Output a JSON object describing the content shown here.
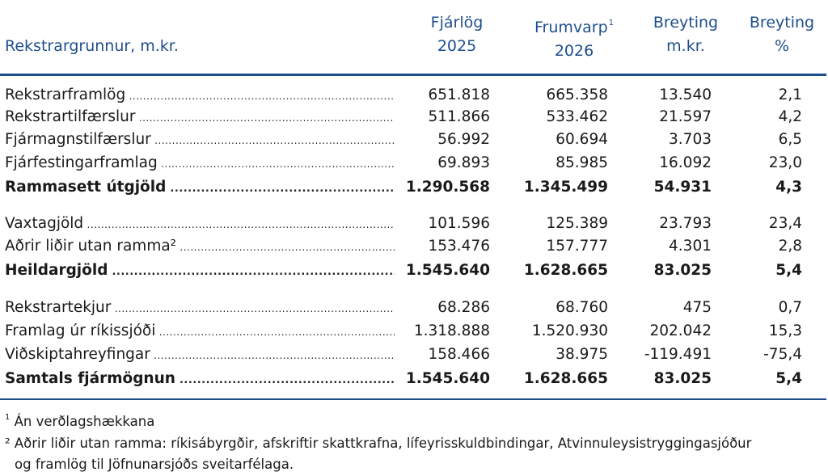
{
  "header": {
    "row_label": "Rekstrargrunnur, m.kr.",
    "col1": {
      "line1": "Fjárlög",
      "line2": "2025"
    },
    "col2": {
      "line1": "Frumvarp",
      "sup": "1",
      "line2": "2026"
    },
    "col3": {
      "line1": "Breyting",
      "line2": "m.kr."
    },
    "col4": {
      "line1": "Breyting",
      "line2": "%"
    }
  },
  "rows": [
    {
      "label": "Rekstrarframlög",
      "v1": "651.818",
      "v2": "665.358",
      "v3": "13.540",
      "v4": "2,1",
      "bold": false
    },
    {
      "label": "Rekstrartilfærslur",
      "v1": "511.866",
      "v2": "533.462",
      "v3": "21.597",
      "v4": "4,2",
      "bold": false
    },
    {
      "label": "Fjármagnstilfærslur",
      "v1": "56.992",
      "v2": "60.694",
      "v3": "3.703",
      "v4": "6,5",
      "bold": false
    },
    {
      "label": "Fjárfestingarframlag",
      "v1": "69.893",
      "v2": "85.985",
      "v3": "16.092",
      "v4": "23,0",
      "bold": false
    },
    {
      "label": "Rammasett útgjöld",
      "v1": "1.290.568",
      "v2": "1.345.499",
      "v3": "54.931",
      "v4": "4,3",
      "bold": true
    },
    {
      "label": "Vaxtagjöld",
      "v1": "101.596",
      "v2": "125.389",
      "v3": "23.793",
      "v4": "23,4",
      "bold": false
    },
    {
      "label": "Aðrir liðir utan ramma²",
      "v1": "153.476",
      "v2": "157.777",
      "v3": "4.301",
      "v4": "2,8",
      "bold": false
    },
    {
      "label": "Heildargjöld",
      "v1": "1.545.640",
      "v2": "1.628.665",
      "v3": "83.025",
      "v4": "5,4",
      "bold": true
    },
    {
      "label": "Rekstrartekjur",
      "v1": "68.286",
      "v2": "68.760",
      "v3": "475",
      "v4": "0,7",
      "bold": false
    },
    {
      "label": "Framlag úr ríkissjóði",
      "v1": "1.318.888",
      "v2": "1.520.930",
      "v3": "202.042",
      "v4": "15,3",
      "bold": false
    },
    {
      "label": "Viðskiptahreyfingar",
      "v1": "158.466",
      "v2": "38.975",
      "v3": "-119.491",
      "v4": "-75,4",
      "bold": false
    },
    {
      "label": "Samtals fjármögnun",
      "v1": "1.545.640",
      "v2": "1.628.665",
      "v3": "83.025",
      "v4": "5,4",
      "bold": true
    }
  ],
  "footnotes": {
    "fn1_mark": "1",
    "fn1_text": "Án verðlagshækkana",
    "fn2_line1": "² Aðrir liðir utan ramma: ríkisábyrgðir, afskriftir skattkrafna, lífeyrisskuldbindingar, Atvinnuleysistryggingasjóður",
    "fn2_line2": "og framlög til Jöfnunarsjóðs sveitarfélaga."
  }
}
